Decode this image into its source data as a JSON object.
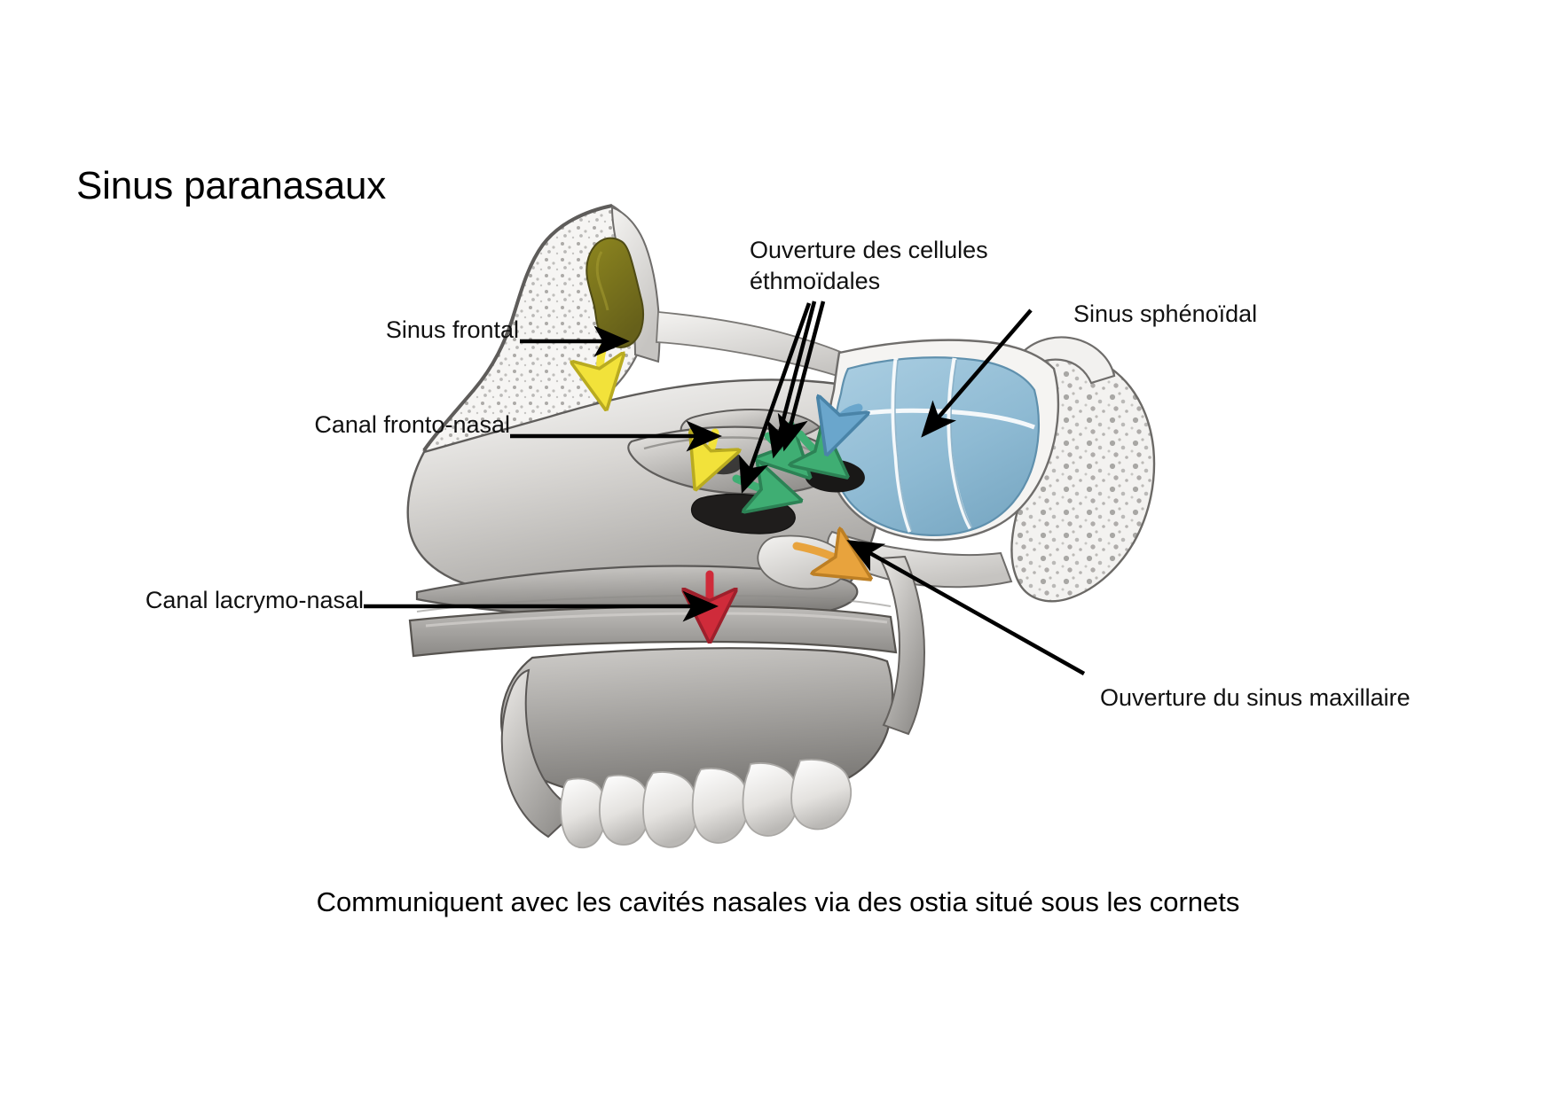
{
  "slide": {
    "title": "Sinus paranasaux",
    "caption": "Communiquent avec les cavités nasales via des ostia situé sous les cornets",
    "background_color": "#ffffff",
    "text_color": "#000000"
  },
  "labels": {
    "frontal_sinus": "Sinus frontal",
    "frontonasal_canal": "Canal fronto-nasal",
    "lacrimonasal_canal": "Canal lacrymo-nasal",
    "ethmoid_cells_opening": "Ouverture des cellules\néthmoïdales",
    "sphenoid_sinus": "Sinus sphénoïdal",
    "maxillary_sinus_opening": "Ouverture du sinus maxillaire"
  },
  "figure": {
    "description": "Coupe sagittale de la paroi latérale des cavités nasales montrant les sinus paranasaux",
    "colors": {
      "frontal_sinus_fill": "#7a7320",
      "frontal_sinus_arrow": "#f2e23a",
      "frontonasal_arrow": "#f2e23a",
      "sphenoid_sinus_fill": "#93bdd6",
      "sphenoid_sinus_arrow": "#6aa6cc",
      "ethmoid_arrow": "#3fae73",
      "maxillary_arrow": "#e8a33d",
      "lacrimonasal_arrow": "#cf2b3a",
      "bone_light": "#f2f1ef",
      "bone_mid": "#b9b7b4",
      "bone_dark": "#6f6d6b",
      "leader_line": "#000000"
    },
    "arrows": [
      {
        "name": "frontal-sinus-arrow",
        "color": "#f2e23a",
        "meaning": "drainage du sinus frontal"
      },
      {
        "name": "frontonasal-canal-arrow",
        "color": "#f2e23a",
        "meaning": "canal fronto-nasal"
      },
      {
        "name": "ethmoid-arrow-1",
        "color": "#3fae73",
        "meaning": "ouverture des cellules éthmoïdales"
      },
      {
        "name": "ethmoid-arrow-2",
        "color": "#3fae73",
        "meaning": "ouverture des cellules éthmoïdales"
      },
      {
        "name": "ethmoid-arrow-3",
        "color": "#3fae73",
        "meaning": "ouverture des cellules éthmoïdales"
      },
      {
        "name": "sphenoid-sinus-arrow",
        "color": "#6aa6cc",
        "meaning": "ouverture du sinus sphénoïdal"
      },
      {
        "name": "maxillary-sinus-arrow",
        "color": "#e8a33d",
        "meaning": "ouverture du sinus maxillaire"
      },
      {
        "name": "lacrimonasal-canal-arrow",
        "color": "#cf2b3a",
        "meaning": "canal lacrymo-nasal"
      }
    ]
  }
}
